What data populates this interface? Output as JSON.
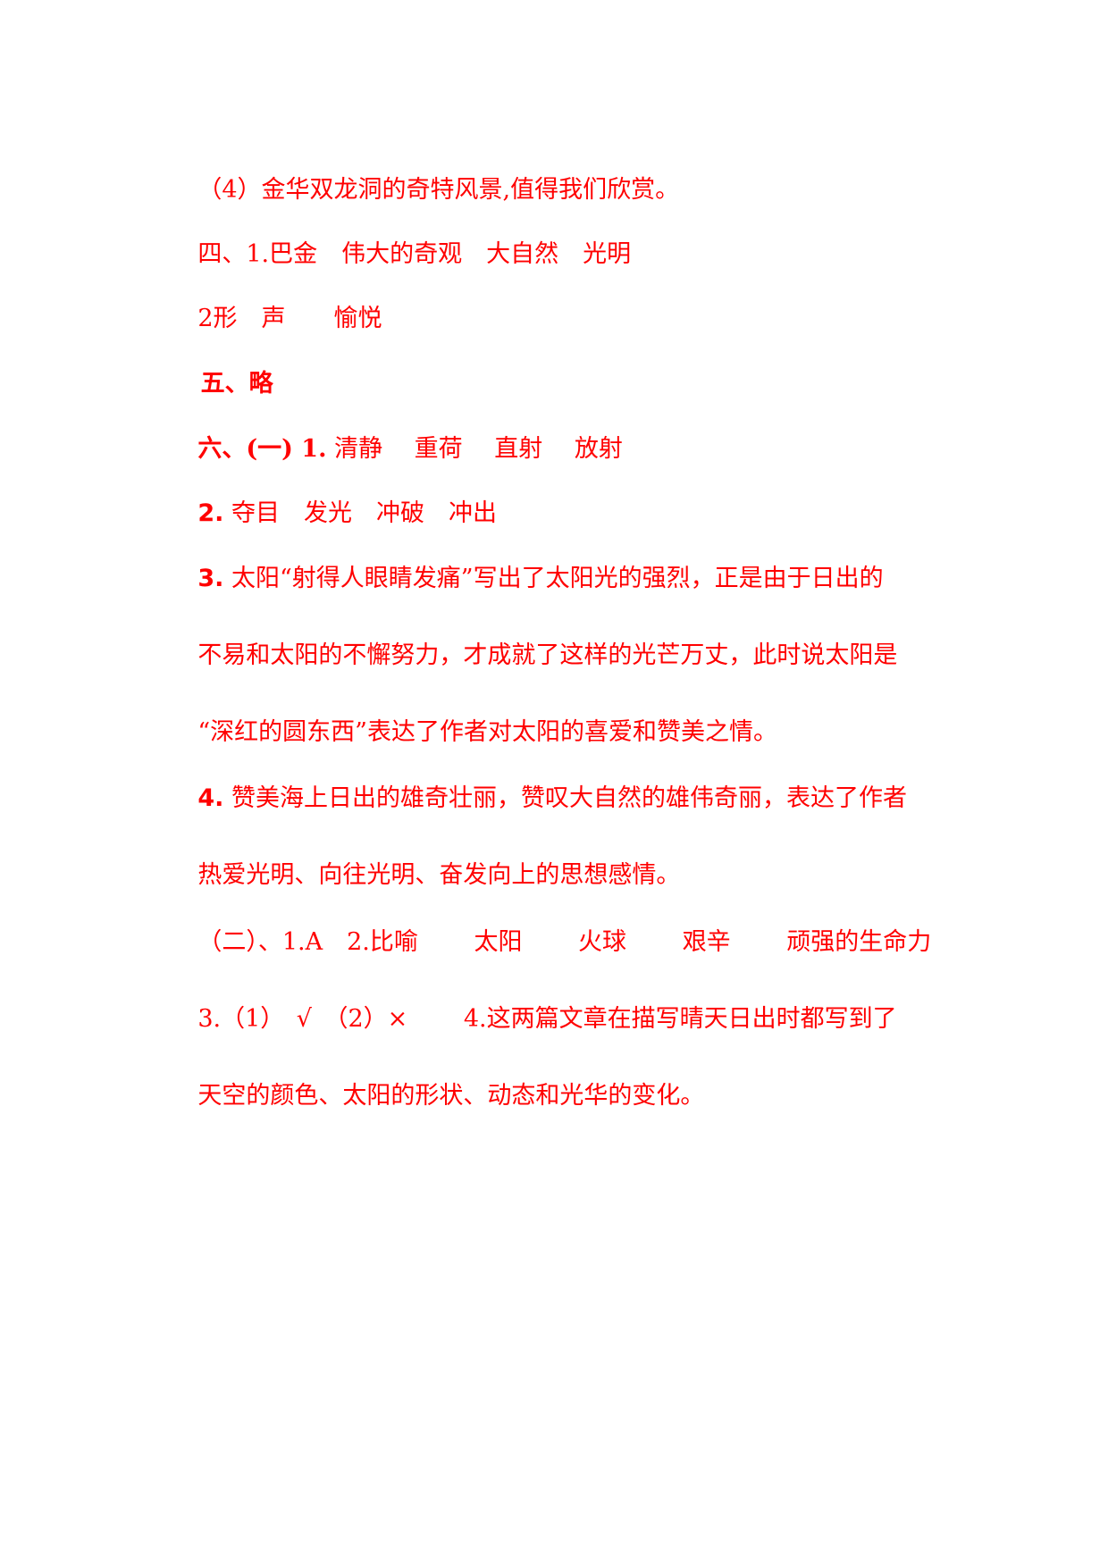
{
  "document": {
    "text_color": "#ff0000",
    "lines": [
      {
        "text": "（4）金华双龙洞的奇特风景,值得我们欣赏。"
      },
      {
        "text": "四、1.巴金　伟大的奇观　大自然　光明"
      },
      {
        "text": "2形　声　　愉悦"
      },
      {
        "text": "五、略"
      },
      {
        "prefix": "六、(一) 1.",
        "text": " 清静　 重荷　 直射　 放射"
      },
      {
        "prefix": "2.",
        "text": " 夺目　发光　冲破　冲出"
      },
      {
        "prefix": "3.",
        "text": " 太阳“射得人眼睛发痛”写出了太阳光的强烈，正是由于日出的"
      },
      {
        "text": "不易和太阳的不懈努力，才成就了这样的光芒万丈，此时说太阳是"
      },
      {
        "text": "“深红的圆东西”表达了作者对太阳的喜爱和赞美之情。"
      },
      {
        "prefix": "4.",
        "text": " 赞美海上日出的雄奇壮丽，赞叹大自然的雄伟奇丽，表达了作者"
      },
      {
        "text": "热爱光明、向往光明、奋发向上的思想感情。"
      },
      {
        "text": "（二）、1.A　2.比喻　　 太阳　　 火球　　 艰辛　　 顽强的生命力"
      },
      {
        "text": "3.（1）　√　（2）×　　 4.这两篇文章在描写晴天日出时都写到了"
      },
      {
        "text": "天空的颜色、太阳的形状、动态和光华的变化。"
      }
    ]
  }
}
